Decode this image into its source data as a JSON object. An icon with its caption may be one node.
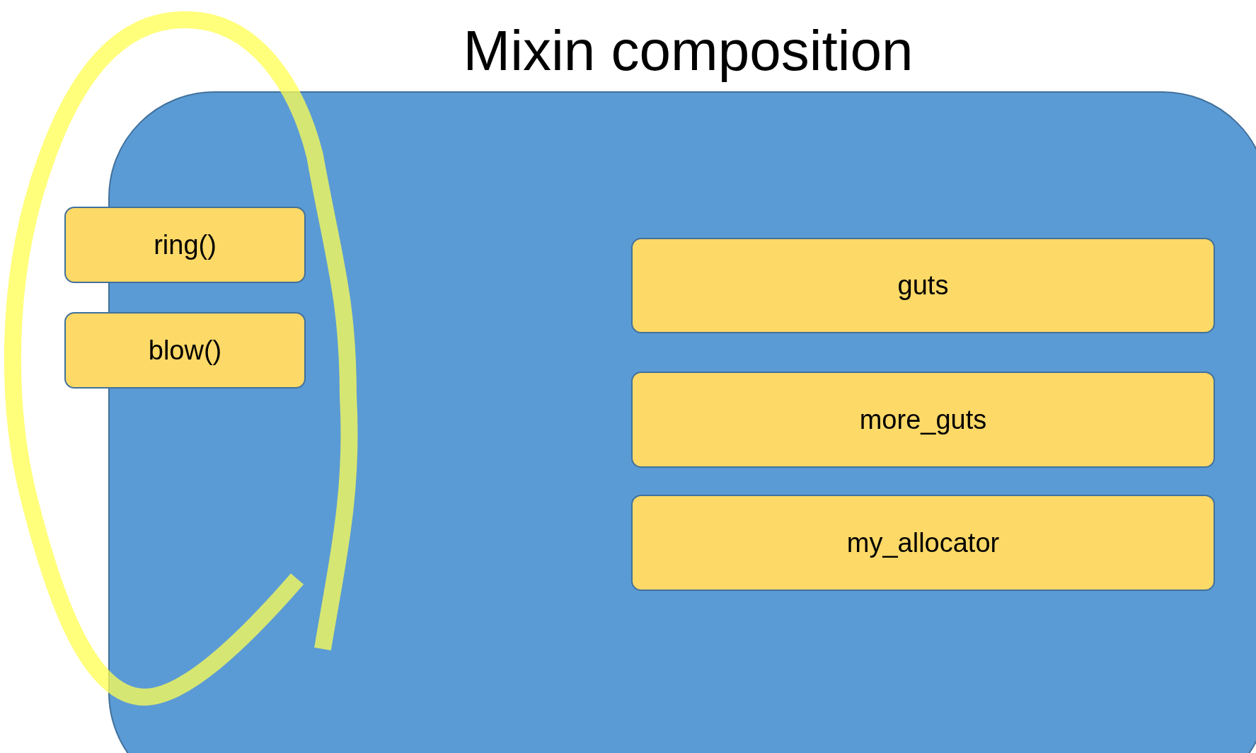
{
  "diagram": {
    "title": "Mixin composition",
    "nodes": [
      {
        "text": [],
        "shape": "box"
      },
      {
        "text": [
          "ring()"
        ]
      },
      {
        "text": [
          "blow()"
        ]
      },
      {
        "text": [
          "guts"
        ],
        "in": 0
      },
      {
        "text": [
          "more_guts"
        ],
        "in": 0
      },
      {
        "text": [
          "my_allocator"
        ],
        "in": 0
      }
    ]
  }
}
